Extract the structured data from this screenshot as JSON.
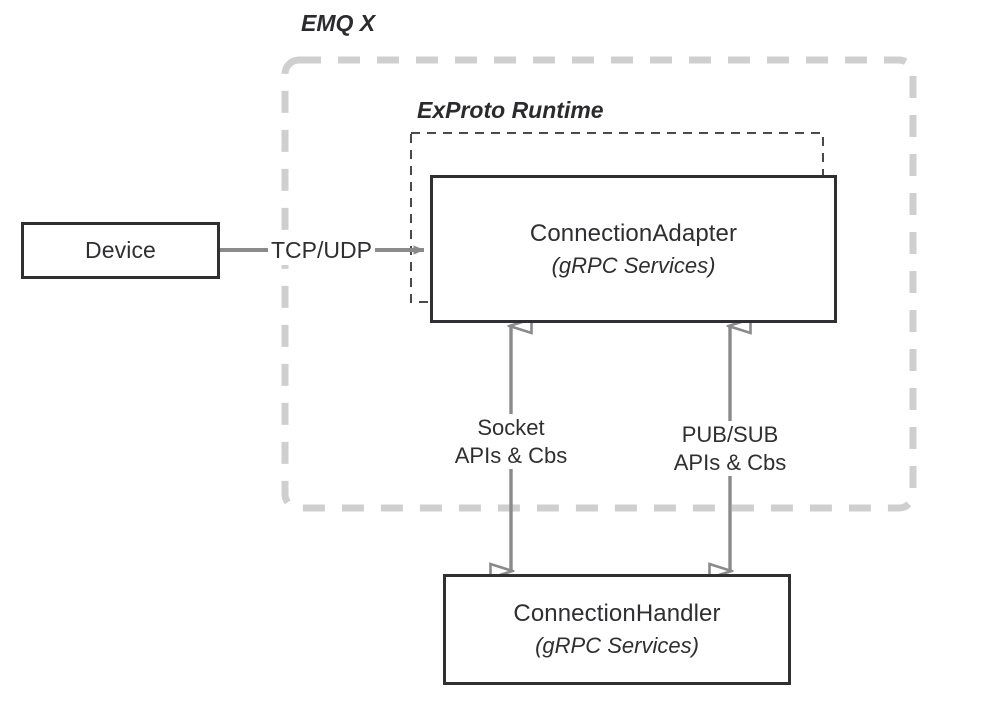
{
  "diagram": {
    "title_groups": {
      "emqx": "EMQ X",
      "exproto": "ExProto Runtime"
    },
    "nodes": {
      "device": {
        "label": "Device"
      },
      "connection_adapter": {
        "label": "ConnectionAdapter",
        "sublabel": "(gRPC Services)"
      },
      "connection_handler": {
        "label": "ConnectionHandler",
        "sublabel": "(gRPC Services)"
      }
    },
    "edges": {
      "tcp_udp": {
        "label": "TCP/UDP"
      },
      "socket": {
        "label_line1": "Socket",
        "label_line2": "APIs & Cbs"
      },
      "pubsub": {
        "label_line1": "PUB/SUB",
        "label_line2": "APIs & Cbs"
      }
    },
    "colors": {
      "box_border": "#303033",
      "group_border": "#cfcfcf",
      "inner_group_border": "#4a4a4a",
      "arrow": "#8a8a8a",
      "text": "#2f2f31",
      "background": "#ffffff"
    }
  }
}
